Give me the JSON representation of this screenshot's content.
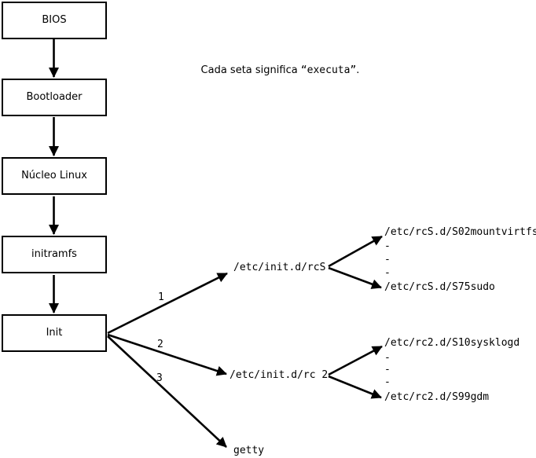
{
  "note": {
    "prefix": "Cada seta significa ",
    "quoted": "“executa”",
    "suffix": "."
  },
  "flow": {
    "nodes": [
      {
        "label": "BIOS"
      },
      {
        "label": "Bootloader"
      },
      {
        "label": "Núcleo Linux"
      },
      {
        "label": "initramfs"
      },
      {
        "label": "Init"
      }
    ]
  },
  "branches": [
    {
      "number": "1",
      "target": "/etc/init.d/rcS",
      "children": {
        "first": "/etc/rcS.d/S02mountvirtfs",
        "dots": [
          "-",
          "-",
          "-"
        ],
        "last": "/etc/rcS.d/S75sudo"
      }
    },
    {
      "number": "2",
      "target": "/etc/init.d/rc 2",
      "children": {
        "first": "/etc/rc2.d/S10sysklogd",
        "dots": [
          "-",
          "-",
          "-"
        ],
        "last": "/etc/rc2.d/S99gdm"
      }
    },
    {
      "number": "3",
      "target": "getty"
    }
  ],
  "colors": {
    "line": "#000000",
    "box_border": "#000000",
    "box_fill": "#ffffff",
    "background": "#ffffff",
    "text": "#000000"
  }
}
